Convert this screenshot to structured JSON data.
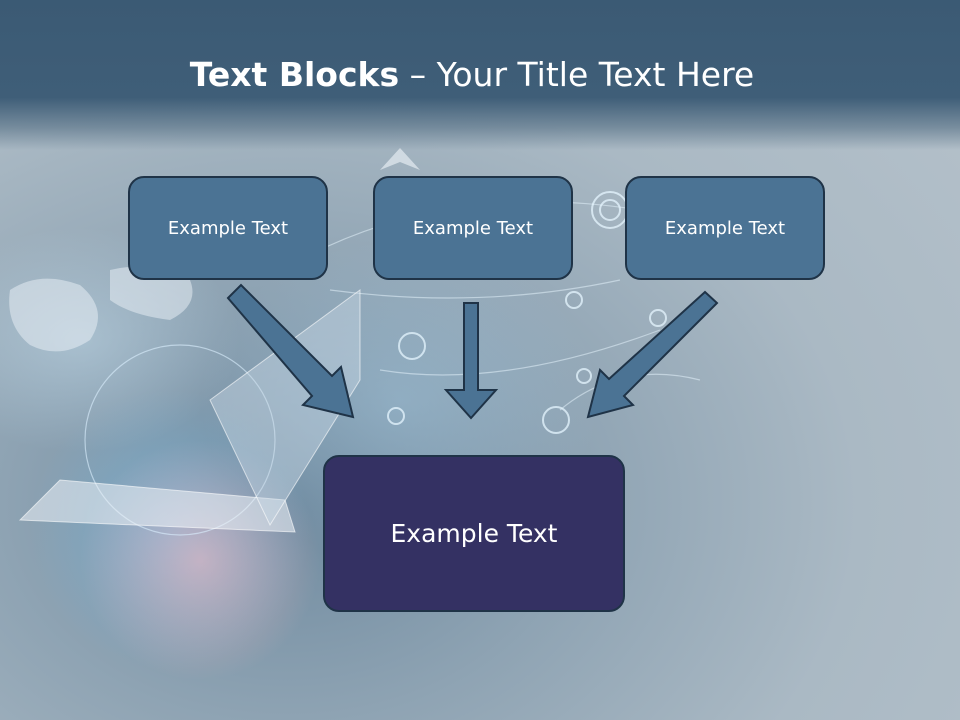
{
  "slide": {
    "title_bold": "Text Blocks",
    "title_rest": " – Your Title Text Here",
    "blocks": [
      {
        "label": "Example Text"
      },
      {
        "label": "Example Text"
      },
      {
        "label": "Example Text"
      }
    ],
    "target_block": {
      "label": "Example Text"
    }
  },
  "colors": {
    "header": "#3b5a74",
    "small_box": "#4b7394",
    "big_box": "#343163",
    "arrow": "#4b7394",
    "border": "#1f3347"
  }
}
